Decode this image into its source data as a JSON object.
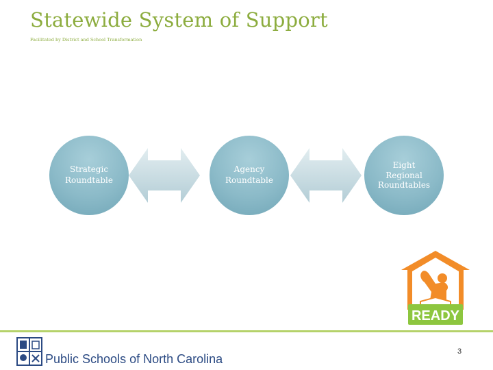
{
  "header": {
    "title": "Statewide System of Support",
    "subtitle": "Facilitated by District and School Transformation"
  },
  "diagram": {
    "nodes": [
      {
        "label_lines": [
          "Strategic",
          "Roundtable"
        ]
      },
      {
        "label_lines": [
          "Agency",
          "Roundtable"
        ]
      },
      {
        "label_lines": [
          "Eight",
          "Regional",
          "Roundtables"
        ]
      }
    ],
    "arrows": [
      {
        "from": 0,
        "to": 1,
        "direction": "bidirectional"
      },
      {
        "from": 1,
        "to": 2,
        "direction": "bidirectional"
      }
    ]
  },
  "ready_logo": {
    "text": "READY",
    "icon": "ready-house-icon"
  },
  "footer": {
    "org_name": "Public Schools of North Carolina",
    "org_icon": "ncdpi-logo-icon",
    "page_number": "3"
  },
  "colors": {
    "accent_green": "#8cac3e",
    "circle_blue": "#8bbac8",
    "ready_orange": "#f28c28",
    "ready_green": "#8dc63f",
    "footer_navy": "#2b4a83"
  }
}
